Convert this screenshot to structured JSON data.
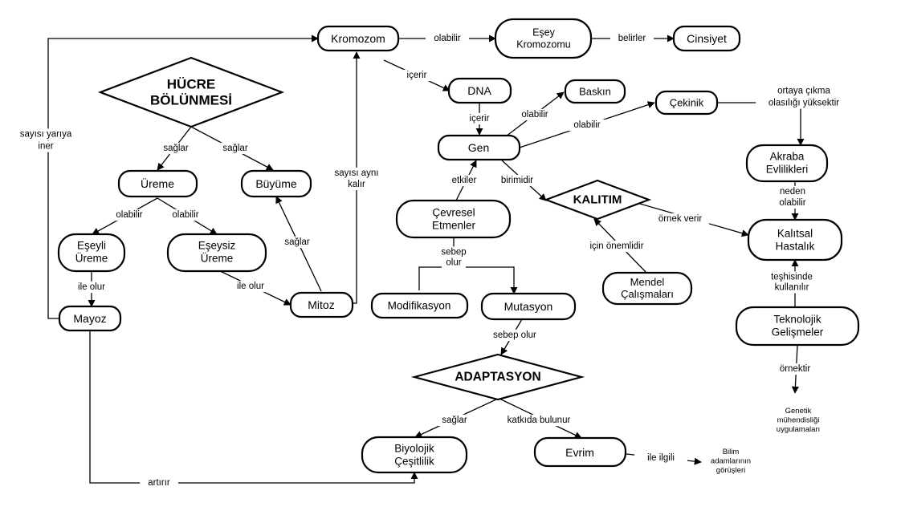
{
  "nodes": {
    "kromozom": [
      "Kromozom"
    ],
    "esey_kromozomu": [
      "Eşey",
      "Kromozomu"
    ],
    "cinsiyet": [
      "Cinsiyet"
    ],
    "hucre_bolunmesi": [
      "HÜCRE",
      "BÖLÜNMESİ"
    ],
    "dna": [
      "DNA"
    ],
    "baskin": [
      "Baskın"
    ],
    "cekinik": [
      "Çekinik"
    ],
    "gen": [
      "Gen"
    ],
    "ureme": [
      "Üreme"
    ],
    "buyume": [
      "Büyüme"
    ],
    "kalitim": [
      "KALITIM"
    ],
    "akraba_evlilikleri": [
      "Akraba",
      "Evlilikleri"
    ],
    "cevresel_etmenler": [
      "Çevresel",
      "Etmenler"
    ],
    "esyeli_ureme": [
      "Eşeyli",
      "Üreme"
    ],
    "eseysiz_ureme": [
      "Eşeysiz",
      "Üreme"
    ],
    "kalitsal_hastalik": [
      "Kalıtsal",
      "Hastalık"
    ],
    "mendel_calismalari": [
      "Mendel",
      "Çalışmaları"
    ],
    "mitoz": [
      "Mitoz"
    ],
    "modifikasyon": [
      "Modifikasyon"
    ],
    "mutasyon": [
      "Mutasyon"
    ],
    "mayoz": [
      "Mayoz"
    ],
    "teknolojik_gelismeler": [
      "Teknolojik",
      "Gelişmeler"
    ],
    "adaptasyon": [
      "ADAPTASYON"
    ],
    "biyolojik_cesitlilik": [
      "Biyolojik",
      "Çeşitlilik"
    ],
    "evrim": [
      "Evrim"
    ],
    "bilim_adamlarinin_gorusleri": [
      "Bilim",
      "adamlarının",
      "görüşleri"
    ],
    "genetik_muhendisligi": [
      "Genetik",
      "mühendisliği",
      "uygulamaları"
    ]
  },
  "links": {
    "olabilir_esey": [
      "olabilir"
    ],
    "belirler": [
      "belirler"
    ],
    "icerir_dna": [
      "içerir"
    ],
    "icerir_gen": [
      "içerir"
    ],
    "olabilir_baskin": [
      "olabilir"
    ],
    "olabilir_cekinik": [
      "olabilir"
    ],
    "ortaya_cikma": [
      "ortaya  çıkma",
      "olasılığı yüksektir"
    ],
    "neden_olabilir": [
      "neden",
      "olabilir"
    ],
    "ornek_verir": [
      "örnek verir"
    ],
    "teshisinde": [
      "teşhisinde",
      "kullanılır"
    ],
    "ornektir": [
      "örnektir"
    ],
    "sayisi_yariya": [
      "sayısı yarıya",
      "iner"
    ],
    "saglar_ureme": [
      "sağlar"
    ],
    "saglar_buyume": [
      "sağlar"
    ],
    "sayisi_ayni": [
      "sayısı aynı",
      "kalır"
    ],
    "olabilir_esyeli": [
      "olabilir"
    ],
    "olabilir_eseysiz": [
      "olabilir"
    ],
    "ile_olur_mayoz": [
      "ile olur"
    ],
    "ile_olur_mitoz": [
      "ile olur"
    ],
    "saglar_mitoz": [
      "sağlar"
    ],
    "etkiler": [
      "etkiler"
    ],
    "birimidir": [
      "birimidir"
    ],
    "icin_onemlidir": [
      "için önemlidir"
    ],
    "sebep_olur_1": [
      "sebep",
      "olur"
    ],
    "sebep_olur_2": [
      "sebep olur"
    ],
    "saglar_biyolojik": [
      "sağlar"
    ],
    "katkida_bulunur": [
      "katkıda bulunur"
    ],
    "ile_ilgili": [
      "ile ilgili"
    ],
    "artirir": [
      "artırır"
    ]
  }
}
